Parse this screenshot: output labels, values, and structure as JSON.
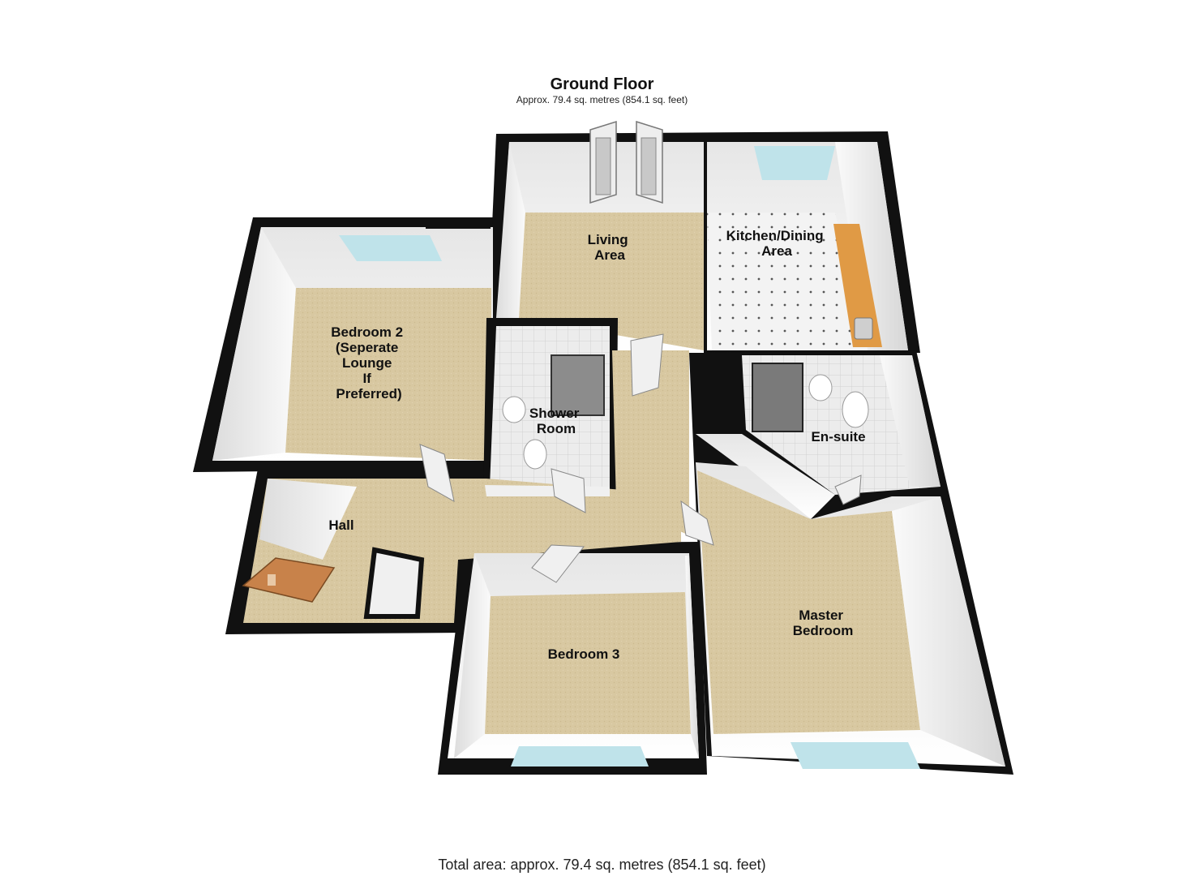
{
  "header": {
    "title": "Ground Floor",
    "subtitle": "Approx. 79.4 sq. metres (854.1 sq. feet)"
  },
  "footer": {
    "total": "Total area: approx. 79.4 sq. metres (854.1 sq. feet)"
  },
  "rooms": {
    "living": [
      "Living",
      "Area"
    ],
    "kitchen": [
      "Kitchen/Dining",
      "Area"
    ],
    "bedroom2": [
      "Bedroom 2",
      "(Seperate",
      "Lounge",
      "If",
      "Preferred)"
    ],
    "shower": [
      "Shower",
      "Room"
    ],
    "ensuite": [
      "En-suite"
    ],
    "hall": [
      "Hall"
    ],
    "bedroom3": [
      "Bedroom 3"
    ],
    "master": [
      "Master",
      "Bedroom"
    ]
  },
  "colors": {
    "carpet": "#d9c9a3",
    "wall_top": "#111111",
    "wall_face": "#f4f4f4",
    "tile": "#f2f2f2",
    "worktop": "#e09a45",
    "window": "#bfe3ea"
  }
}
